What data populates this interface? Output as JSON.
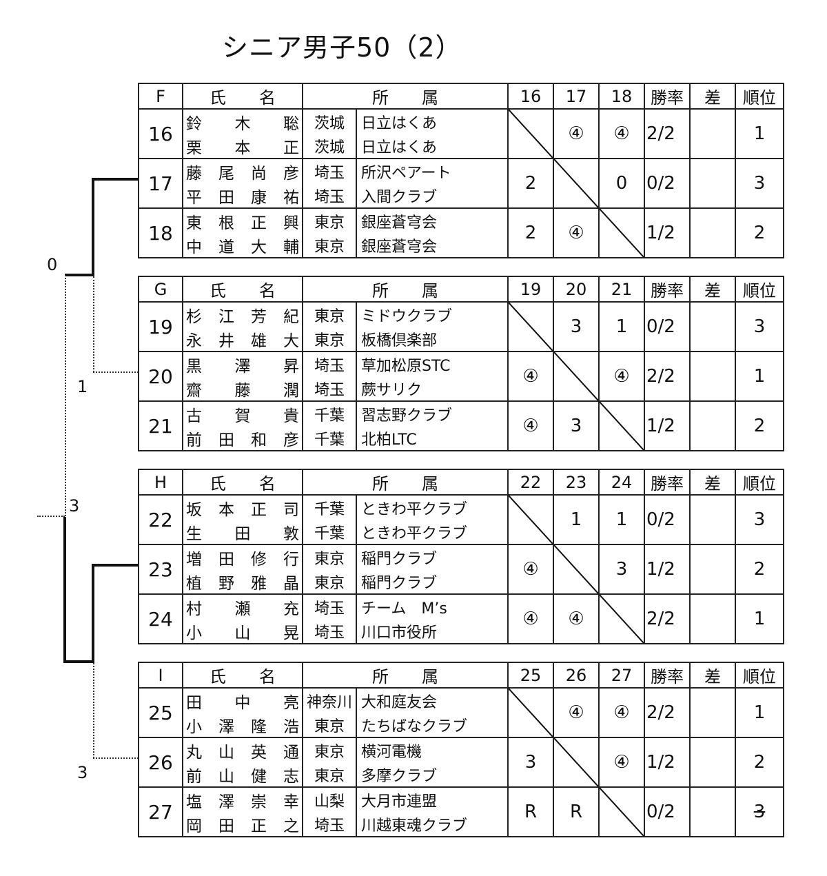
{
  "title": "シニア男子50（2）",
  "header": {
    "name": "氏　　名",
    "affiliation": "所　　属",
    "win_rate": "勝率",
    "diff": "差",
    "rank": "順位"
  },
  "bracket_scores": [
    "0",
    "1",
    "3",
    "3"
  ],
  "groups": [
    {
      "label": "F",
      "cols": [
        "16",
        "17",
        "18"
      ],
      "rows": [
        {
          "no": "16",
          "p1": {
            "name": [
              "鈴",
              "木",
              "聡"
            ],
            "pref": "茨城",
            "club": "日立はくあ"
          },
          "p2": {
            "name": [
              "栗",
              "本",
              "正"
            ],
            "pref": "茨城",
            "club": "日立はくあ"
          },
          "results": [
            "",
            "④",
            "④"
          ],
          "rate": "2/2",
          "diff": "",
          "rank": "1"
        },
        {
          "no": "17",
          "p1": {
            "name": [
              "藤",
              "尾",
              "尚",
              "彦"
            ],
            "pref": "埼玉",
            "club": "所沢ペアート"
          },
          "p2": {
            "name": [
              "平",
              "田",
              "康",
              "祐"
            ],
            "pref": "埼玉",
            "club": "入間クラブ"
          },
          "results": [
            "2",
            "",
            "0"
          ],
          "rate": "0/2",
          "diff": "",
          "rank": "3"
        },
        {
          "no": "18",
          "p1": {
            "name": [
              "東",
              "根",
              "正",
              "興"
            ],
            "pref": "東京",
            "club": "銀座蒼穹会"
          },
          "p2": {
            "name": [
              "中",
              "道",
              "大",
              "輔"
            ],
            "pref": "東京",
            "club": "銀座蒼穹会"
          },
          "results": [
            "2",
            "④",
            ""
          ],
          "rate": "1/2",
          "diff": "",
          "rank": "2"
        }
      ]
    },
    {
      "label": "G",
      "cols": [
        "19",
        "20",
        "21"
      ],
      "rows": [
        {
          "no": "19",
          "p1": {
            "name": [
              "杉",
              "江",
              "芳",
              "紀"
            ],
            "pref": "東京",
            "club": "ミドウクラブ"
          },
          "p2": {
            "name": [
              "永",
              "井",
              "雄",
              "大"
            ],
            "pref": "東京",
            "club": "板橋倶楽部"
          },
          "results": [
            "",
            "3",
            "1"
          ],
          "rate": "0/2",
          "diff": "",
          "rank": "3"
        },
        {
          "no": "20",
          "p1": {
            "name": [
              "黒",
              "澤",
              "昇"
            ],
            "pref": "埼玉",
            "club": "草加松原STC"
          },
          "p2": {
            "name": [
              "齋",
              "藤",
              "潤"
            ],
            "pref": "埼玉",
            "club": "蕨サリク"
          },
          "results": [
            "④",
            "",
            "④"
          ],
          "rate": "2/2",
          "diff": "",
          "rank": "1"
        },
        {
          "no": "21",
          "p1": {
            "name": [
              "古",
              "賀",
              "貴"
            ],
            "pref": "千葉",
            "club": "習志野クラブ"
          },
          "p2": {
            "name": [
              "前",
              "田",
              "和",
              "彦"
            ],
            "pref": "千葉",
            "club": "北柏LTC"
          },
          "results": [
            "④",
            "3",
            ""
          ],
          "rate": "1/2",
          "diff": "",
          "rank": "2"
        }
      ]
    },
    {
      "label": "H",
      "cols": [
        "22",
        "23",
        "24"
      ],
      "rows": [
        {
          "no": "22",
          "p1": {
            "name": [
              "坂",
              "本",
              "正",
              "司"
            ],
            "pref": "千葉",
            "club": "ときわ平クラブ"
          },
          "p2": {
            "name": [
              "生",
              "田",
              "敦"
            ],
            "pref": "千葉",
            "club": "ときわ平クラブ"
          },
          "results": [
            "",
            "1",
            "1"
          ],
          "rate": "0/2",
          "diff": "",
          "rank": "3"
        },
        {
          "no": "23",
          "p1": {
            "name": [
              "増",
              "田",
              "修",
              "行"
            ],
            "pref": "東京",
            "club": "稲門クラブ"
          },
          "p2": {
            "name": [
              "植",
              "野",
              "雅",
              "晶"
            ],
            "pref": "東京",
            "club": "稲門クラブ"
          },
          "results": [
            "④",
            "",
            "3"
          ],
          "rate": "1/2",
          "diff": "",
          "rank": "2"
        },
        {
          "no": "24",
          "p1": {
            "name": [
              "村",
              "瀬",
              "充"
            ],
            "pref": "埼玉",
            "club": "チーム　M’s"
          },
          "p2": {
            "name": [
              "小",
              "山",
              "晃"
            ],
            "pref": "埼玉",
            "club": "川口市役所"
          },
          "results": [
            "④",
            "④",
            ""
          ],
          "rate": "2/2",
          "diff": "",
          "rank": "1"
        }
      ]
    },
    {
      "label": "I",
      "cols": [
        "25",
        "26",
        "27"
      ],
      "rows": [
        {
          "no": "25",
          "p1": {
            "name": [
              "田",
              "中",
              "亮"
            ],
            "pref": "神奈川",
            "club": "大和庭友会"
          },
          "p2": {
            "name": [
              "小",
              "澤",
              "隆",
              "浩"
            ],
            "pref": "東京",
            "club": "たちばなクラブ"
          },
          "results": [
            "",
            "④",
            "④"
          ],
          "rate": "2/2",
          "diff": "",
          "rank": "1"
        },
        {
          "no": "26",
          "p1": {
            "name": [
              "丸",
              "山",
              "英",
              "通"
            ],
            "pref": "東京",
            "club": "横河電機"
          },
          "p2": {
            "name": [
              "前",
              "山",
              "健",
              "志"
            ],
            "pref": "東京",
            "club": "多摩クラブ"
          },
          "results": [
            "3",
            "",
            "④"
          ],
          "rate": "1/2",
          "diff": "",
          "rank": "2"
        },
        {
          "no": "27",
          "p1": {
            "name": [
              "塩",
              "澤",
              "崇",
              "幸"
            ],
            "pref": "山梨",
            "club": "大月市連盟"
          },
          "p2": {
            "name": [
              "岡",
              "田",
              "正",
              "之"
            ],
            "pref": "埼玉",
            "club": "川越東魂クラブ"
          },
          "results": [
            "R",
            "R",
            ""
          ],
          "rate": "0/2",
          "diff": "",
          "rank": "3"
        }
      ]
    }
  ]
}
